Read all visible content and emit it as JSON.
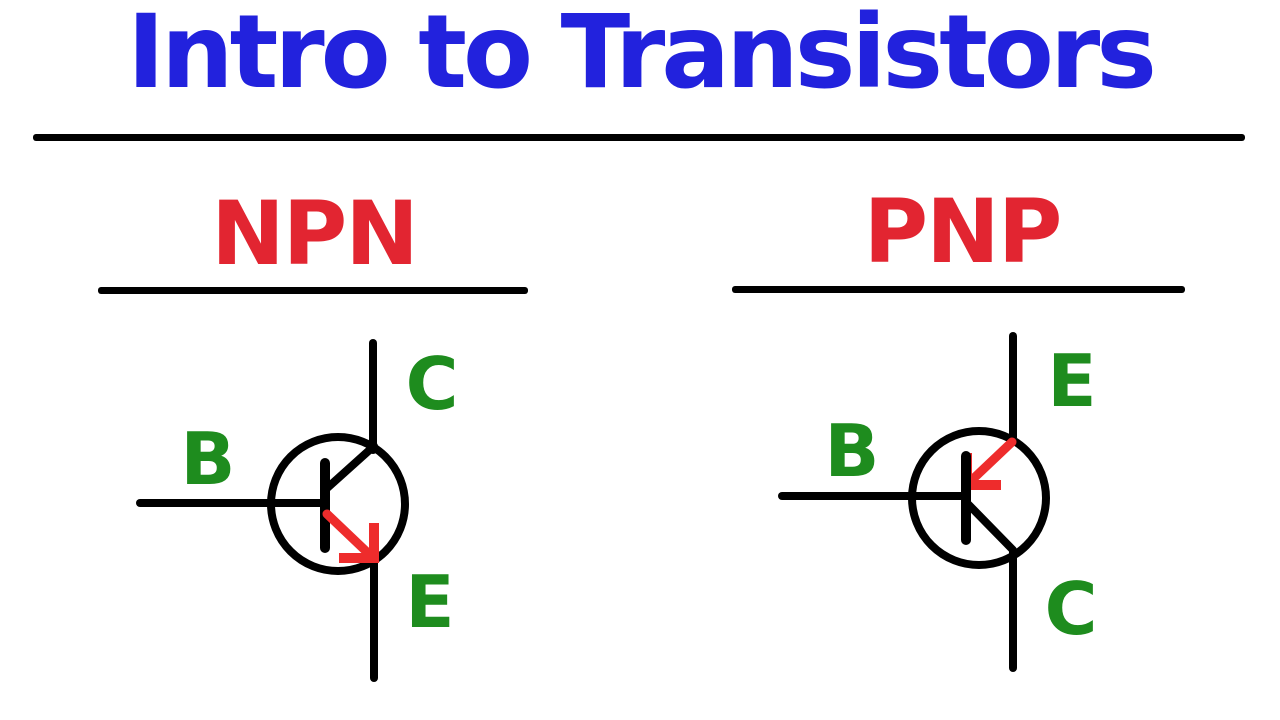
{
  "title": {
    "text": "Intro to Transistors",
    "color": "#2222dd"
  },
  "palette": {
    "ink": "#000000",
    "heading_red": "#e22531",
    "arrow_red": "#ee2c2c",
    "terminal_green": "#1e8c1e",
    "background": "#ffffff"
  },
  "npn": {
    "heading": "NPN",
    "labels": {
      "base": "B",
      "collector": "C",
      "emitter": "E"
    },
    "arrow_direction": "out"
  },
  "pnp": {
    "heading": "PNP",
    "labels": {
      "base": "B",
      "emitter": "E",
      "collector": "C"
    },
    "arrow_direction": "in"
  }
}
